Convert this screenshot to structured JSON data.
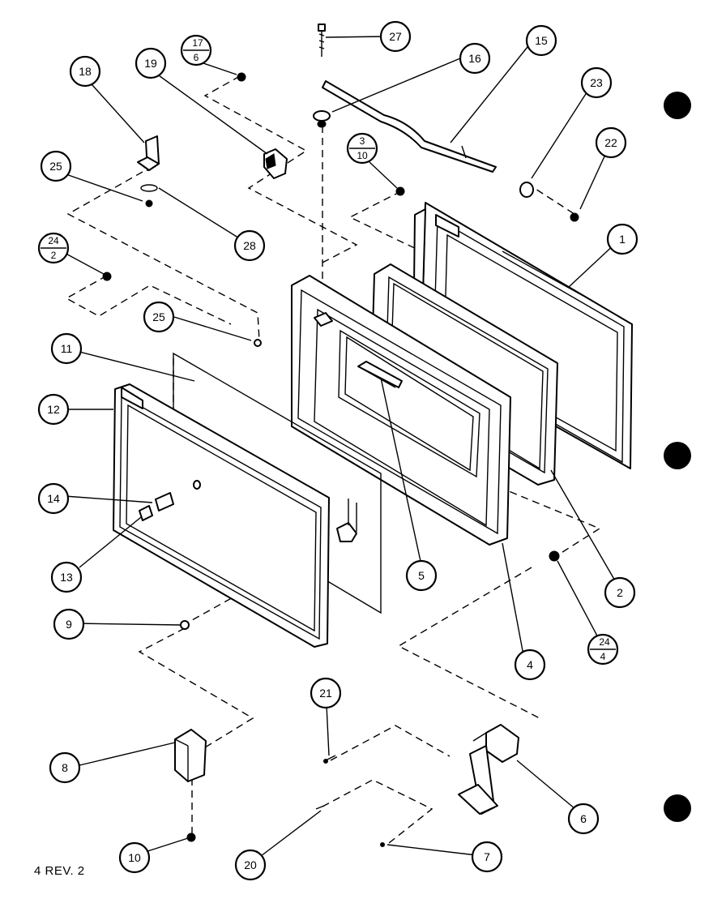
{
  "footer": {
    "label": "4 REV. 2"
  },
  "callouts": [
    {
      "id": "c1",
      "text": "1"
    },
    {
      "id": "c2",
      "text": "2"
    },
    {
      "id": "c4",
      "text": "4"
    },
    {
      "id": "c5",
      "text": "5"
    },
    {
      "id": "c6",
      "text": "6"
    },
    {
      "id": "c7",
      "text": "7"
    },
    {
      "id": "c8",
      "text": "8"
    },
    {
      "id": "c9",
      "text": "9"
    },
    {
      "id": "c10",
      "text": "10"
    },
    {
      "id": "c11",
      "text": "11"
    },
    {
      "id": "c12",
      "text": "12"
    },
    {
      "id": "c13",
      "text": "13"
    },
    {
      "id": "c14",
      "text": "14"
    },
    {
      "id": "c15",
      "text": "15"
    },
    {
      "id": "c16",
      "text": "16"
    },
    {
      "id": "c18",
      "text": "18"
    },
    {
      "id": "c19",
      "text": "19"
    },
    {
      "id": "c20",
      "text": "20"
    },
    {
      "id": "c21",
      "text": "21"
    },
    {
      "id": "c22",
      "text": "22"
    },
    {
      "id": "c23",
      "text": "23"
    },
    {
      "id": "c25a",
      "text": "25"
    },
    {
      "id": "c25b",
      "text": "25"
    },
    {
      "id": "c27",
      "text": "27"
    },
    {
      "id": "c28",
      "text": "28"
    }
  ],
  "fraction_callouts": [
    {
      "id": "f17",
      "top": "17",
      "bottom": "6"
    },
    {
      "id": "f3",
      "top": "3",
      "bottom": "10"
    },
    {
      "id": "f24a",
      "top": "24",
      "bottom": "2"
    },
    {
      "id": "f24b",
      "top": "24",
      "bottom": "4"
    }
  ]
}
